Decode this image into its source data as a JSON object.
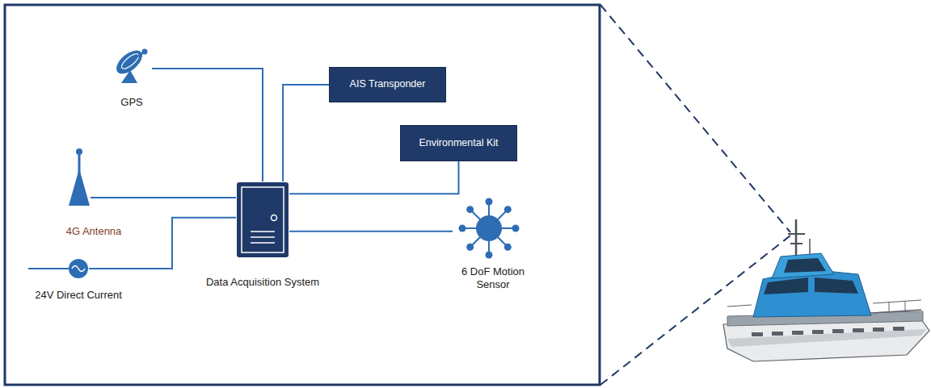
{
  "diagram": {
    "nodes": [
      {
        "text": [
          "GPS"
        ]
      },
      {
        "text": [
          "AIS Transponder"
        ]
      },
      {
        "text": [
          "Environmental Kit"
        ]
      },
      {
        "text": [
          "4G Antenna"
        ]
      },
      {
        "text": [
          "Data Acquisition System"
        ]
      },
      {
        "text": [
          "6 DoF Motion Sensor"
        ]
      },
      {
        "text": [
          "24V Direct Current"
        ]
      }
    ],
    "edges": [
      {
        "from": 0,
        "to": 4,
        "arrow": "none"
      },
      {
        "from": 1,
        "to": 4,
        "arrow": "none"
      },
      {
        "from": 2,
        "to": 4,
        "arrow": "none"
      },
      {
        "from": 3,
        "to": 4,
        "arrow": "none"
      },
      {
        "from": 4,
        "to": 5,
        "arrow": "none"
      },
      {
        "from": 6,
        "to": 4,
        "arrow": "none"
      }
    ]
  }
}
